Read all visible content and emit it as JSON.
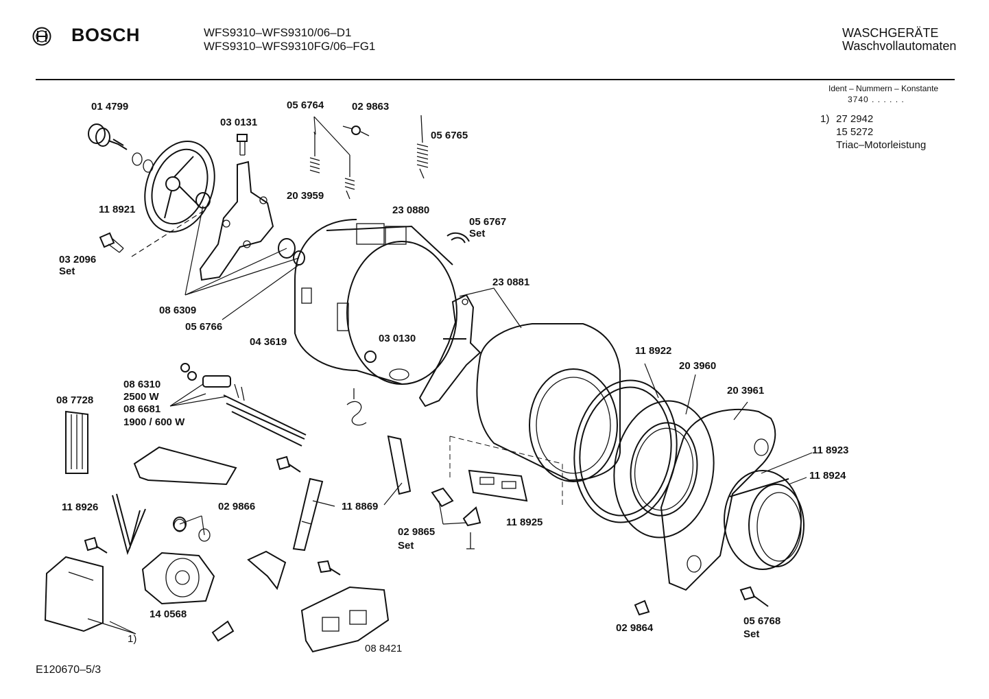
{
  "header": {
    "brand": "BOSCH",
    "model_line_1": "WFS9310–WFS9310/06–D1",
    "model_line_2": "WFS9310–WFS9310FG/06–FG1",
    "category_line_1": "WASCHGERÄTE",
    "category_line_2": "Waschvollautomaten"
  },
  "sidebar": {
    "ident_title": "Ident – Nummern – Konstante",
    "ident_value": "3740 . . . . . .",
    "note_index": "1)",
    "note_lines": [
      "27 2942",
      "15 5272",
      "Triac–Motorleistung"
    ]
  },
  "footer": {
    "document_ref": "E120670–5/3"
  },
  "parts": {
    "p014799": "01 4799",
    "p030131": "03 0131",
    "p056764": "05 6764",
    "p029863": "02 9863",
    "p056765": "05 6765",
    "p118921": "11 8921",
    "p203959": "20 3959",
    "p230880": "23 0880",
    "p056767": "05 6767",
    "p056767_set": "Set",
    "p032096": "03 2096",
    "p032096_set": "Set",
    "p086309": "08 6309",
    "p056766": "05 6766",
    "p043619": "04 3619",
    "p230881": "23 0881",
    "p030130": "03 0130",
    "p118922": "11 8922",
    "p203960": "20 3960",
    "p203961": "20 3961",
    "p086310": "08 6310",
    "p2500w": "2500 W",
    "p086681": "08 6681",
    "p1900w": "1900 / 600 W",
    "p087728": "08 7728",
    "p118923": "11 8923",
    "p118924": "11 8924",
    "p118926": "11 8926",
    "p029866": "02 9866",
    "p118869": "11 8869",
    "p029865": "02 9865",
    "p029865_set": "Set",
    "p118925": "11 8925",
    "p140568": "14 0568",
    "p029864": "02 9864",
    "p056768": "05 6768",
    "p056768_set": "Set",
    "p088421": "08 8421",
    "ref1": "1)"
  }
}
